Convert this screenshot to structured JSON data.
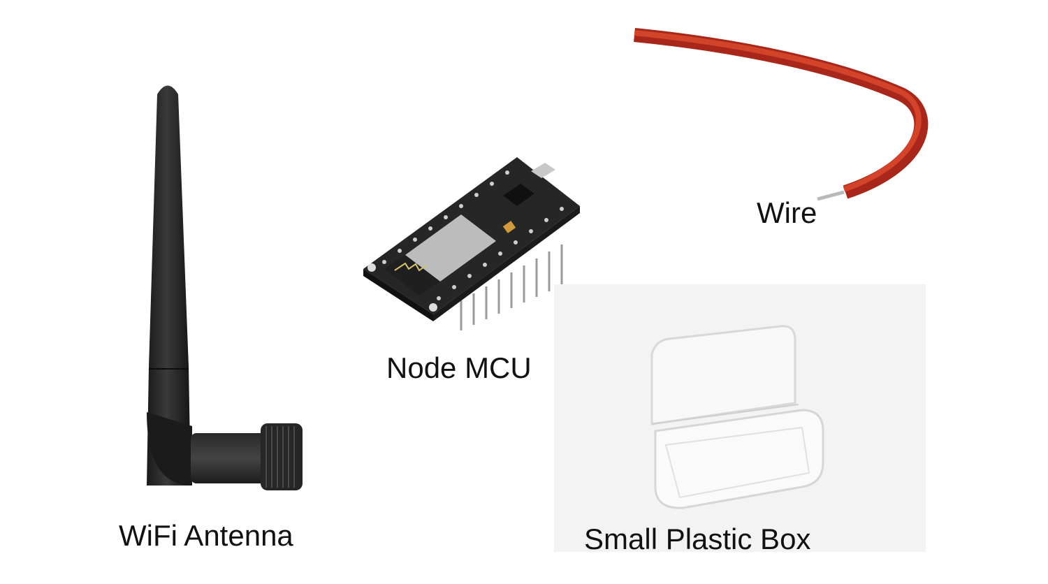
{
  "items": {
    "antenna": {
      "label": "WiFi Antenna",
      "icon": "wifi-antenna-icon"
    },
    "mcu": {
      "label": "Node MCU",
      "icon": "nodemcu-board-icon"
    },
    "wire": {
      "label": "Wire",
      "icon": "wire-icon",
      "color": "#c8351e"
    },
    "box": {
      "label": "Small Plastic Box",
      "icon": "plastic-box-icon",
      "background": "#f3f3f3"
    }
  }
}
